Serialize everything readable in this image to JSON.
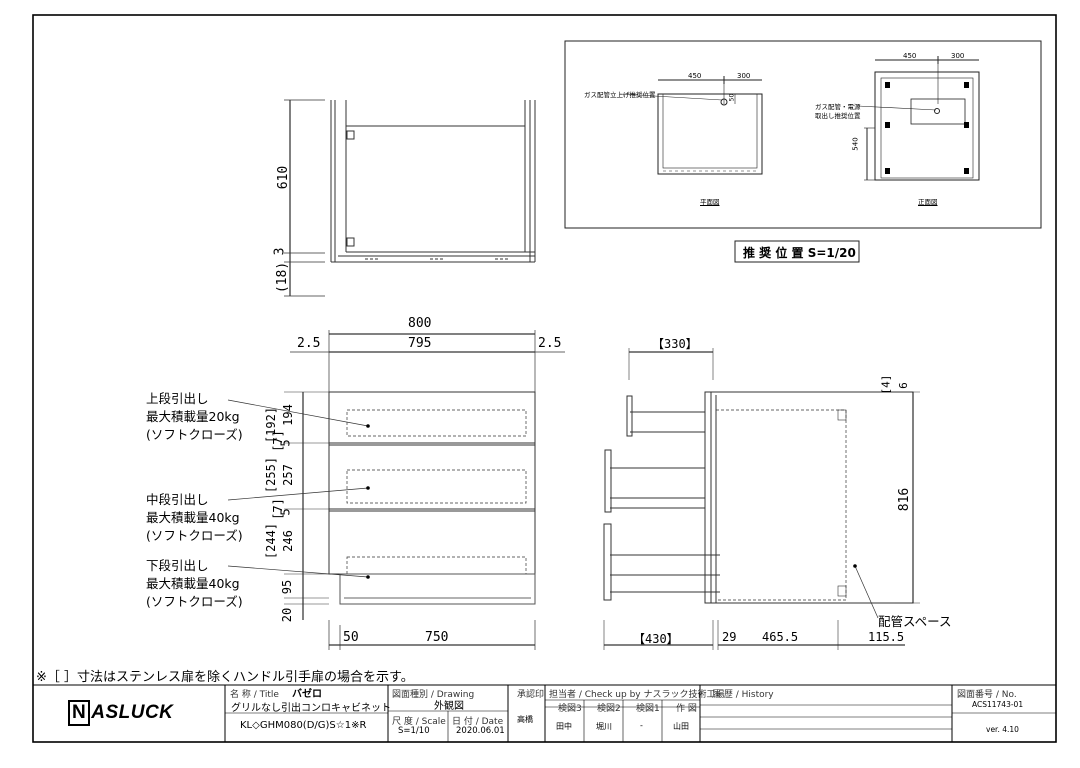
{
  "dimensions": {
    "top_height": "610",
    "top_gap": "3",
    "top_bottom": "(18)",
    "overall_width": "800",
    "inner_width": "795",
    "side_left": "2.5",
    "side_right": "2.5",
    "upper_height": "194",
    "upper_height_alt": "[192]",
    "gap_upper": "5",
    "gap_upper_alt": "[7]",
    "middle_height": "257",
    "middle_height_alt": "[255]",
    "gap_middle": "5",
    "gap_middle_alt": "[7]",
    "lower_height": "246",
    "lower_height_alt": "[244]",
    "base_height": "95",
    "bottom_height": "20",
    "bottom_left": "50",
    "bottom_width": "750",
    "side_depth_top": "【330】",
    "side_depth_bottom": "【430】",
    "side_top_alt": "[4]",
    "side_top": "6",
    "side_height": "816",
    "side_b1": "29",
    "side_b2": "465.5",
    "side_b3": "115.5"
  },
  "callouts": {
    "upper_title": "上段引出し",
    "upper_load": "最大積載量20kg",
    "upper_close": "(ソフトクローズ)",
    "middle_title": "中段引出し",
    "middle_load": "最大積載量40kg",
    "middle_close": "(ソフトクローズ)",
    "lower_title": "下段引出し",
    "lower_load": "最大積載量40kg",
    "lower_close": "(ソフトクローズ)",
    "pipe_space": "配管スペース"
  },
  "recommended": {
    "title": "推 奨 位 置 S=1/20",
    "plan_w1": "450",
    "plan_w2": "300",
    "plan_label": "ガス配管立上げ推奨位置",
    "plan_dim": "50",
    "plan_view": "平面図",
    "front_w1": "450",
    "front_w2": "300",
    "front_label1": "ガス配管・電源",
    "front_label2": "取出し推奨位置",
    "front_h": "540",
    "front_view": "正面図"
  },
  "note": "※［ ］寸法はステンレス扉を除くハンドル引手扉の場合を示す。",
  "titleblock": {
    "logo": "NASLUCK",
    "title_caption": "名 称 / Title",
    "title_name": "バゼロ",
    "product": "グリルなし引出コンロキャビネット",
    "model": "KL◇GHM080(D/G)S☆1※R",
    "drawing_caption": "図面種別 / Drawing",
    "drawing_type": "外観図",
    "scale_caption": "尺 度 / Scale",
    "scale": "S=1/10",
    "date_caption": "日 付 / Date",
    "date": "2020.06.01",
    "approve_caption": "承認印",
    "approver": "高橋",
    "check_caption": "担当者 / Check up by ナスラック技術工場",
    "check_h1": "検図3",
    "check_h2": "検図2",
    "check_h3": "検図1",
    "check_h4": "作 図",
    "check_v1": "田中",
    "check_v2": "堀川",
    "check_v3": "-",
    "check_v4": "山田",
    "history_caption": "履 歴 / History",
    "no_caption": "図面番号 / No.",
    "number": "ACS11743-01",
    "version": "ver. 4.10"
  }
}
